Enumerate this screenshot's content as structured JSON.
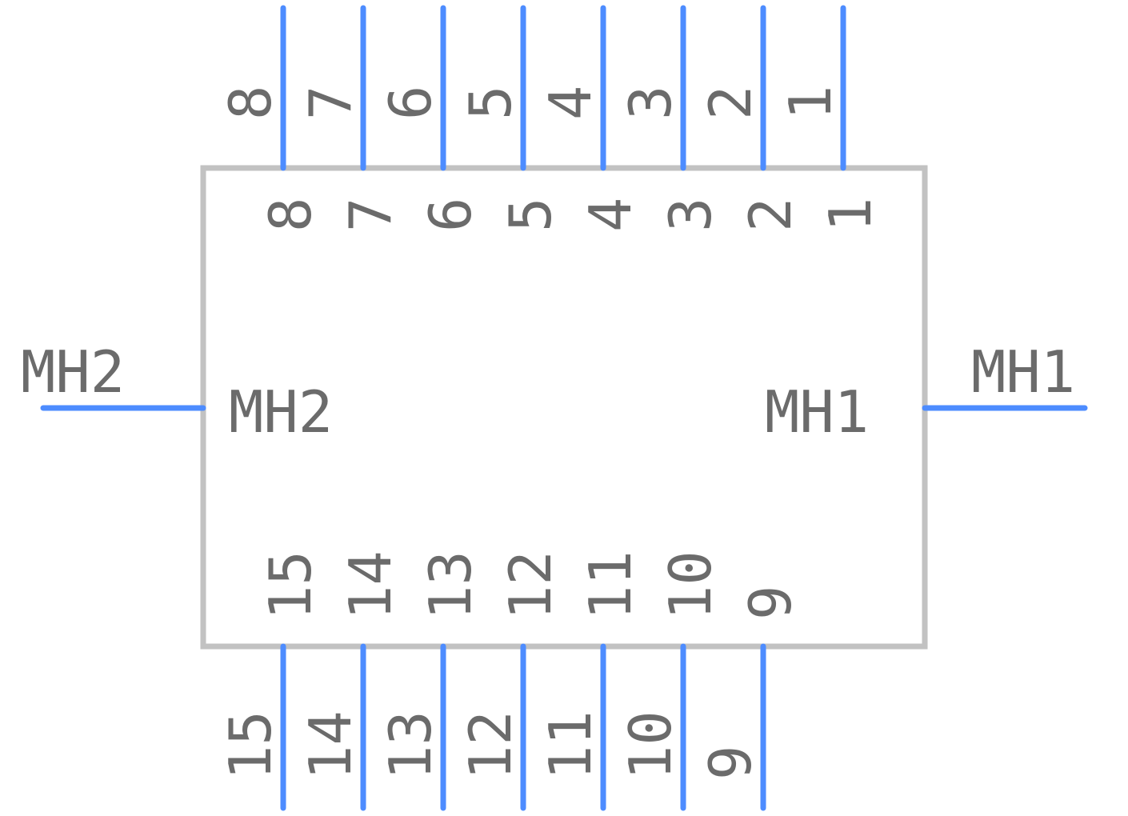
{
  "component": {
    "top_pins": [
      {
        "outer_label": "1",
        "inner_label": "1"
      },
      {
        "outer_label": "2",
        "inner_label": "2"
      },
      {
        "outer_label": "3",
        "inner_label": "3"
      },
      {
        "outer_label": "4",
        "inner_label": "4"
      },
      {
        "outer_label": "5",
        "inner_label": "5"
      },
      {
        "outer_label": "6",
        "inner_label": "6"
      },
      {
        "outer_label": "7",
        "inner_label": "7"
      },
      {
        "outer_label": "8",
        "inner_label": "8"
      }
    ],
    "bottom_pins": [
      {
        "outer_label": "9",
        "inner_label": "9"
      },
      {
        "outer_label": "10",
        "inner_label": "10"
      },
      {
        "outer_label": "11",
        "inner_label": "11"
      },
      {
        "outer_label": "12",
        "inner_label": "12"
      },
      {
        "outer_label": "13",
        "inner_label": "13"
      },
      {
        "outer_label": "14",
        "inner_label": "14"
      },
      {
        "outer_label": "15",
        "inner_label": "15"
      }
    ],
    "left_pin": {
      "outer_label": "MH2",
      "inner_label": "MH2"
    },
    "right_pin": {
      "outer_label": "MH1",
      "inner_label": "MH1"
    }
  },
  "colors": {
    "pin": "#4d8cff",
    "body_outline": "#c2c2c2",
    "text": "#6b6b6b"
  }
}
